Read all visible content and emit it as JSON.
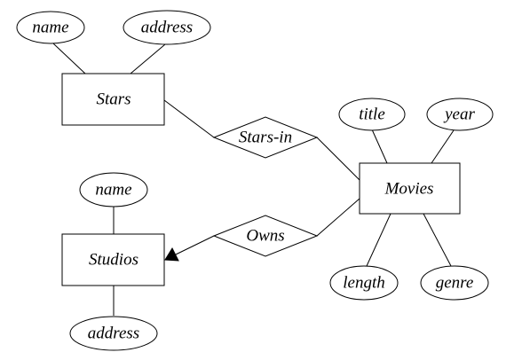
{
  "entities": {
    "stars": "Stars",
    "movies": "Movies",
    "studios": "Studios"
  },
  "relationships": {
    "stars_in": "Stars-in",
    "owns": "Owns"
  },
  "attributes": {
    "stars_name": "name",
    "stars_address": "address",
    "movies_title": "title",
    "movies_year": "year",
    "movies_length": "length",
    "movies_genre": "genre",
    "studios_name": "name",
    "studios_address": "address"
  }
}
